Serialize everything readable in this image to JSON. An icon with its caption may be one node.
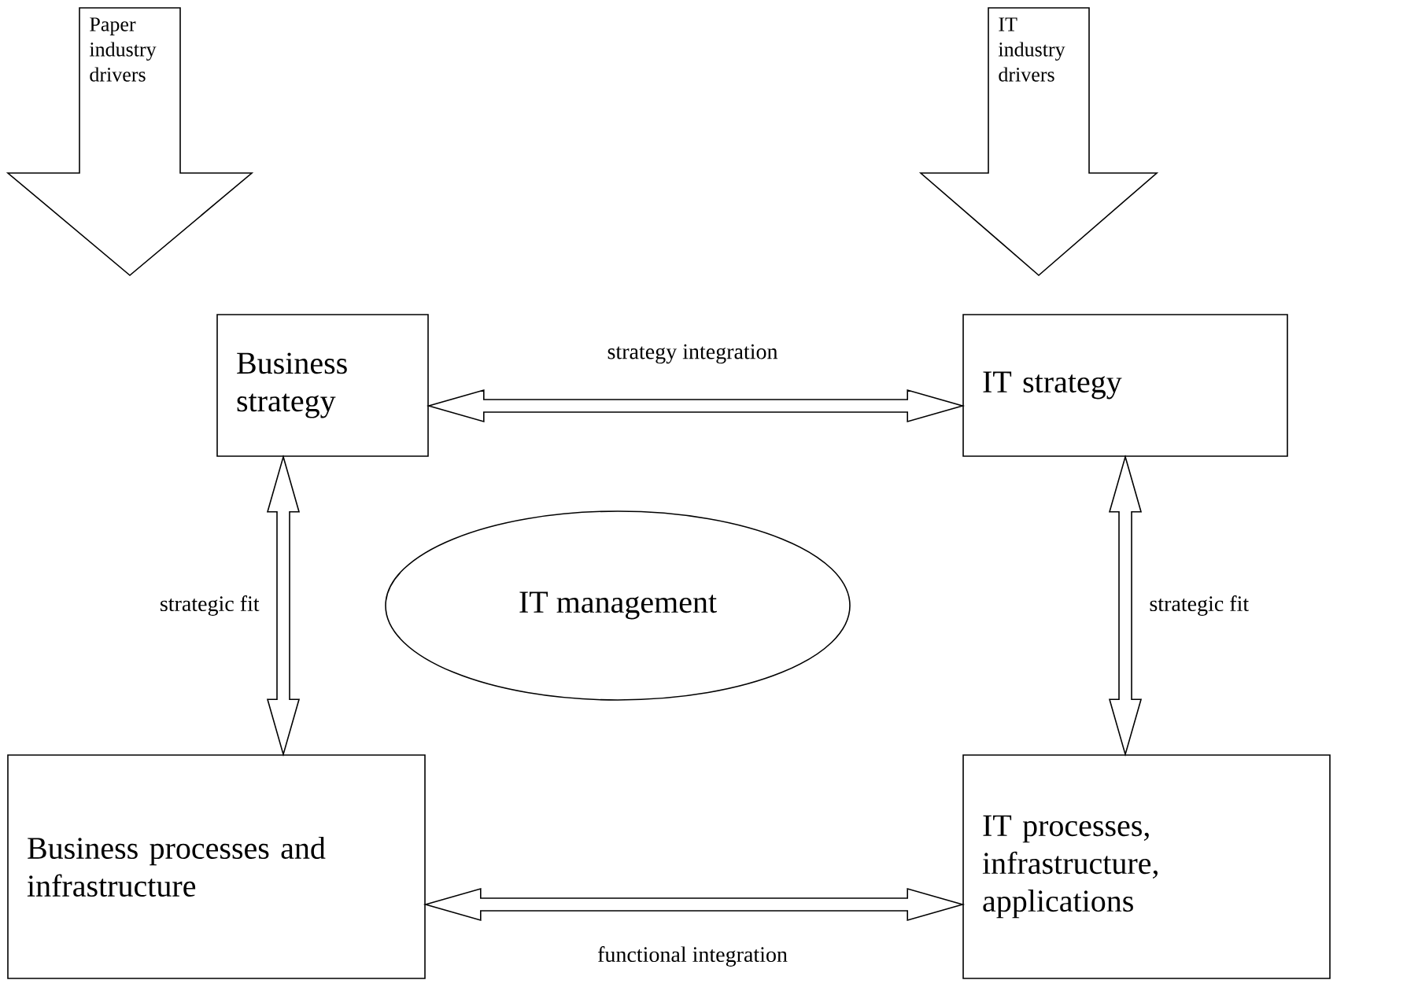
{
  "diagram": {
    "nodes": [
      {
        "text": [
          "Paper industry drivers"
        ]
      },
      {
        "text": [
          "IT industry drivers"
        ]
      },
      {
        "text": [
          "Business strategy"
        ]
      },
      {
        "text": [
          "IT strategy"
        ]
      },
      {
        "text": [
          "IT management"
        ]
      },
      {
        "text": [
          "Business processes and infrastructure"
        ]
      },
      {
        "text": [
          "IT processes, infrastructure, applications"
        ]
      }
    ],
    "edges": [
      {
        "from": 2,
        "to": 3,
        "arrow": "both",
        "label": "strategy integration"
      },
      {
        "from": 2,
        "to": 5,
        "arrow": "both",
        "label": "strategic fit"
      },
      {
        "from": 3,
        "to": 6,
        "arrow": "both",
        "label": "strategic fit"
      },
      {
        "from": 5,
        "to": 6,
        "arrow": "both",
        "label": "functional integration"
      }
    ]
  }
}
